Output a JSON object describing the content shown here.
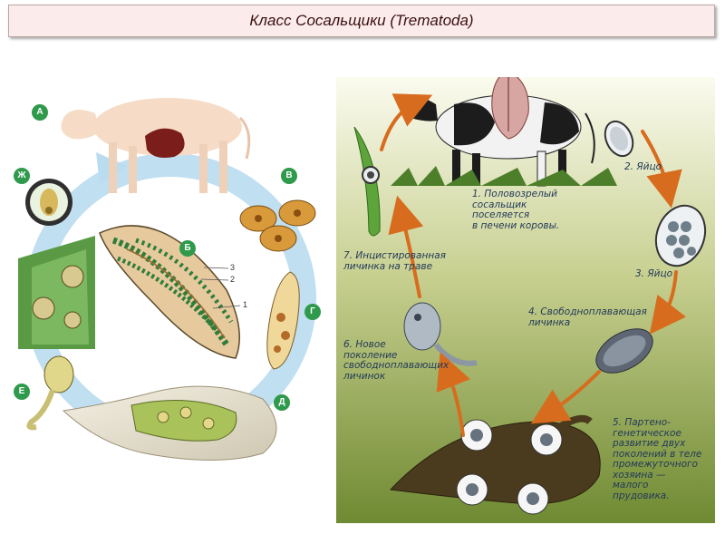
{
  "header": {
    "title": "Класс Сосальщики (Trematoda)"
  },
  "left_diagram": {
    "stage_letters": [
      "А",
      "Б",
      "В",
      "Г",
      "Д",
      "Е",
      "Ж"
    ],
    "layer_numbers": [
      "3",
      "2",
      "1"
    ]
  },
  "right_diagram": {
    "steps": [
      {
        "label": "1. Половозрелый\nсосальщик\nпоселяется\nв печени коровы."
      },
      {
        "label": "2. Яйцо"
      },
      {
        "label": "3. Яйцо"
      },
      {
        "label": "4. Свободноплавающая\nличинка"
      },
      {
        "label": "5. Партено-\nгенетическое\nразвитие двух\nпоколений в теле\nпромежуточного\nхозяина —\nмалого\nпрудовика."
      },
      {
        "label": "6. Новое\nпоколение\nсвободноплавающих\nличинок"
      },
      {
        "label": "7. Инцистированная\nличинка на траве"
      }
    ]
  },
  "colors": {
    "title_background": "#fbeceb",
    "cycle_ring": "#b9dcf0",
    "stage_badge": "#2f9a4b",
    "cycle_arrow": "#d86c1e",
    "right_panel_top": "#fbfbef",
    "right_panel_bottom": "#6f8a32"
  }
}
